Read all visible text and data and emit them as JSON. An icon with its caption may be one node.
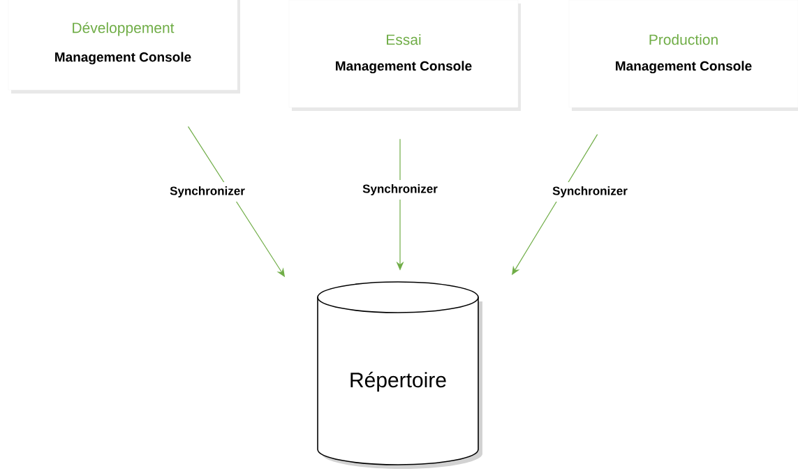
{
  "diagram": {
    "nodes": [
      {
        "text": [
          "Développement",
          "Management Console"
        ]
      },
      {
        "text": [
          "Essai",
          "Management Console"
        ]
      },
      {
        "text": [
          "Production",
          "Management Console"
        ]
      },
      {
        "text": [
          "Répertoire"
        ]
      }
    ],
    "edges": [
      {
        "from": 0,
        "to": 3,
        "arrow": "to",
        "label": "Synchronizer"
      },
      {
        "from": 1,
        "to": 3,
        "arrow": "to",
        "label": "Synchronizer"
      },
      {
        "from": 2,
        "to": 3,
        "arrow": "to",
        "label": "Synchronizer"
      }
    ]
  }
}
